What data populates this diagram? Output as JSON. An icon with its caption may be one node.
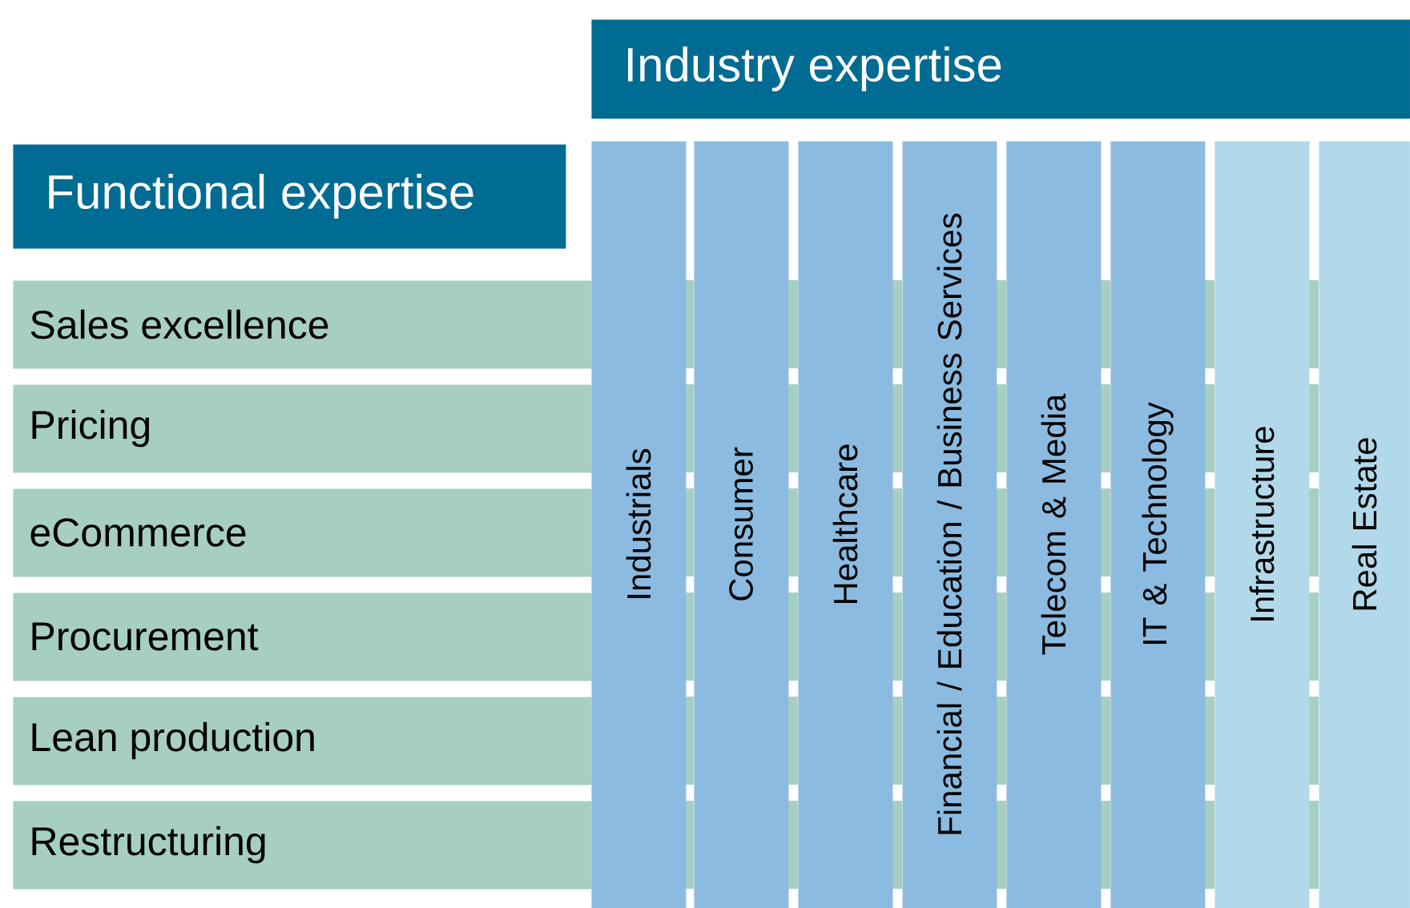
{
  "diagram": {
    "nodes": [
      {
        "text": [
          "Industry expertise"
        ]
      },
      {
        "text": [
          "Functional expertise"
        ]
      },
      {
        "text": [
          "Sales excellence"
        ]
      },
      {
        "text": [
          "Pricing"
        ]
      },
      {
        "text": [
          "eCommerce"
        ]
      },
      {
        "text": [
          "Procurement"
        ]
      },
      {
        "text": [
          "Lean production"
        ]
      },
      {
        "text": [
          "Restructuring"
        ]
      },
      {
        "text": [
          "Industrials"
        ]
      },
      {
        "text": [
          "Consumer"
        ]
      },
      {
        "text": [
          "Healthcare"
        ]
      },
      {
        "text": [
          "Financial / Education / Business Services"
        ]
      },
      {
        "text": [
          "Telecom & Media"
        ]
      },
      {
        "text": [
          "IT & Technology"
        ]
      },
      {
        "text": [
          "Infrastructure"
        ]
      },
      {
        "text": [
          "Real Estate"
        ]
      }
    ]
  }
}
